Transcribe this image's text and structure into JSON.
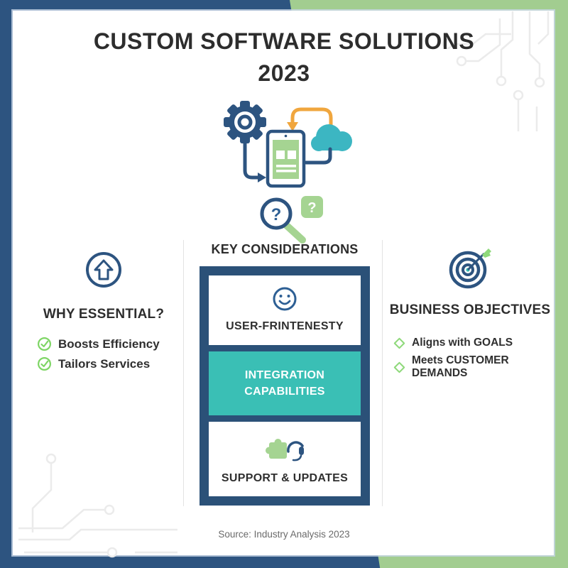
{
  "page": {
    "title_line1": "CUSTOM SOFTWARE SOLUTIONS",
    "title_line2": "2023",
    "footer": "Source: Industry Analysis 2023"
  },
  "colors": {
    "navy": "#2d5480",
    "container_navy": "#2b5178",
    "border_green": "#a2cd90",
    "teal": "#3abfb5",
    "cloud_teal": "#3cb6c2",
    "orange": "#f0a63e",
    "leaf_green": "#a5d492",
    "check_green": "#7ed565",
    "diamond_green": "#8ed97a",
    "text_dark": "#2d2d2d",
    "muted_gray": "#6a6a6a",
    "circuit_gray": "#ebebeb"
  },
  "hero": {
    "icons": [
      "gear-icon",
      "tablet-icon",
      "cloud-icon",
      "orange-sync-arrow",
      "blue-flow-arrows",
      "magnifier-question-icon",
      "question-card-icon"
    ]
  },
  "magnifier": {
    "lens_glyph": "?",
    "card_glyph": "?"
  },
  "left_column": {
    "icon": "up-arrow-circle-icon",
    "title": "WHY ESSENTIAL?",
    "items": [
      {
        "icon": "check-circle-icon",
        "label": "Boosts Efficiency"
      },
      {
        "icon": "check-circle-icon",
        "label": "Tailors Services"
      }
    ]
  },
  "center_column": {
    "title": "KEY CONSIDERATIONS",
    "cards": [
      {
        "icon": "smiley-icon",
        "label": "USER-FRINTENESTY",
        "style": "light"
      },
      {
        "icon": null,
        "label": "INTEGRATION\nCAPABILITIES",
        "style": "teal"
      },
      {
        "icon": "puzzle-headset-icon",
        "label": "SUPPORT & UPDATES",
        "style": "light"
      }
    ]
  },
  "right_column": {
    "icon": "target-dart-icon",
    "title": "BUSINESS OBJECTIVES",
    "items": [
      {
        "icon": "diamond-icon",
        "label": "Aligns with GOALS"
      },
      {
        "icon": "diamond-icon",
        "label": "Meets CUSTOMER DEMANDS"
      }
    ]
  }
}
